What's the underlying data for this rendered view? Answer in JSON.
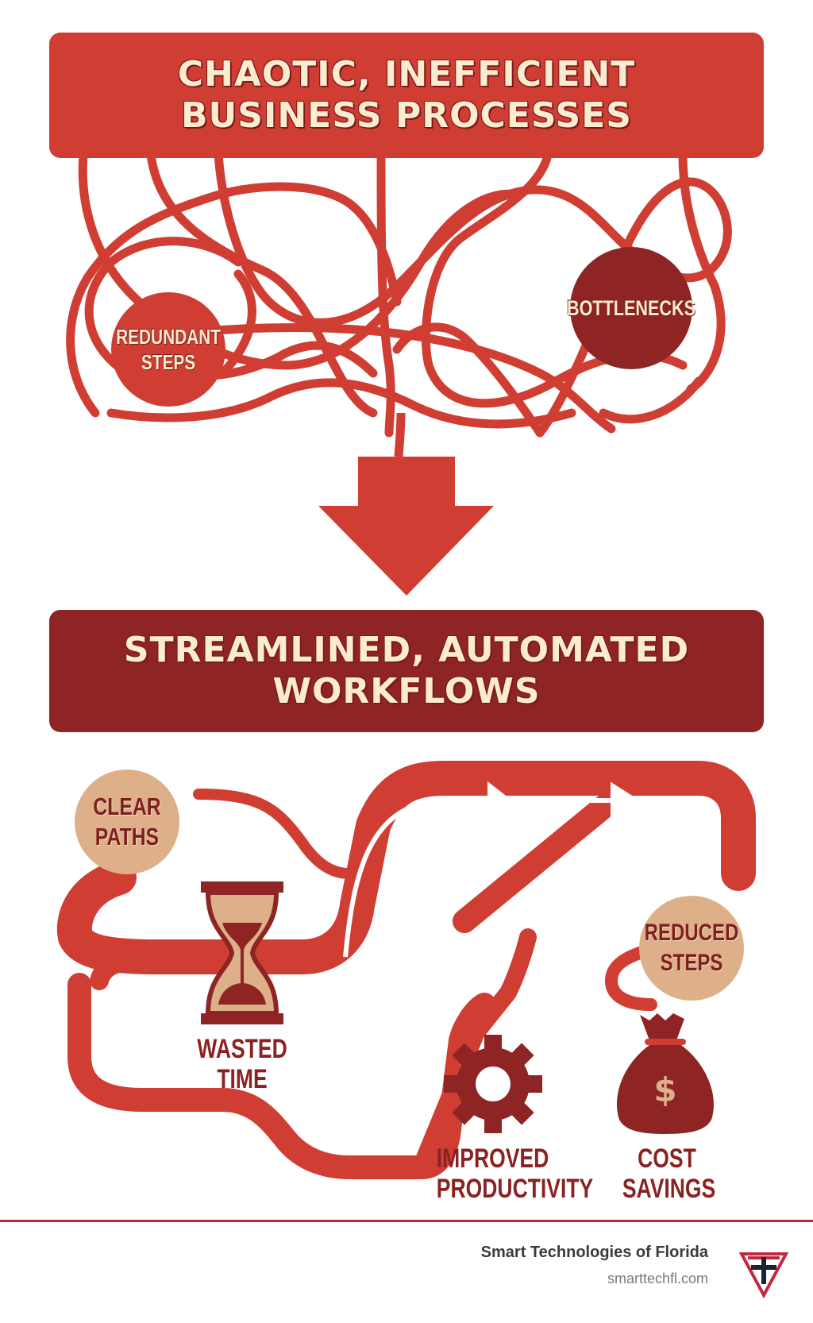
{
  "top_section": {
    "title_line1": "CHAOTIC, INEFFICIENT",
    "title_line2": "BUSINESS PROCESSES",
    "bubbles": [
      {
        "line1": "REDUNDANT",
        "line2": "STEPS"
      },
      {
        "line1": "BOTTLENECKS"
      }
    ]
  },
  "bottom_section": {
    "title_line1": "STREAMLINED, AUTOMATED",
    "title_line2": "WORKFLOWS",
    "bubbles": [
      {
        "line1": "CLEAR",
        "line2": "PATHS"
      },
      {
        "line1": "REDUCED",
        "line2": "STEPS"
      }
    ],
    "icons": [
      {
        "icon": "hourglass-icon",
        "line1": "WASTED",
        "line2": "TIME"
      },
      {
        "icon": "gear-icon",
        "line1": "IMPROVED",
        "line2": "PRODUCTIVITY"
      },
      {
        "icon": "money-bag-icon",
        "line1": "COST",
        "line2": "SAVINGS",
        "symbol": "$"
      }
    ]
  },
  "footer": {
    "company": "Smart Technologies of Florida",
    "url": "smarttechfl.com"
  },
  "colors": {
    "red": "#d03e33",
    "dark_red": "#8e2424",
    "tan": "#ddb08a",
    "cream": "#fbecd0",
    "footer_rule": "#c4283f",
    "logo_navy": "#1b2433"
  }
}
